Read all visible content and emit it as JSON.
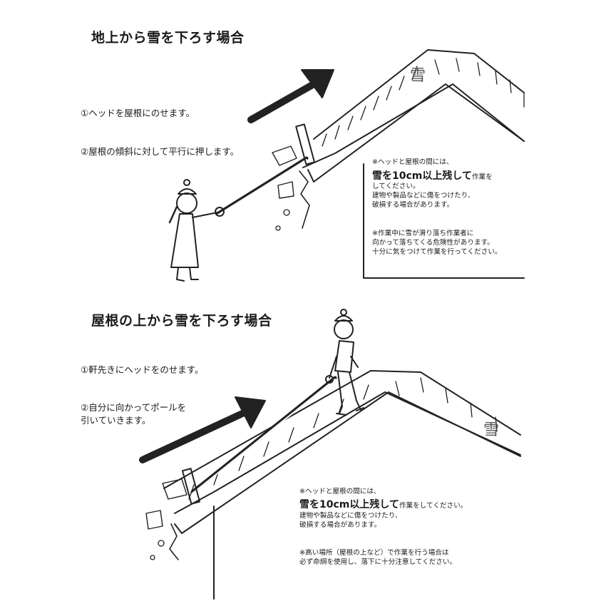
{
  "section1": {
    "heading": "地上から雪を下ろす場合",
    "step1": "①ヘッドを屋根にのせます。",
    "step2": "②屋根の傾斜に対して平行に押します。",
    "snow_label": "雪",
    "note": {
      "intro": "※ヘッドと屋根の間には、",
      "bold": "雪を10cm以上残して",
      "after_bold": "作業を",
      "line3": "してください。",
      "line4": "建物や製品などに傷をつけたり、",
      "line5": "破損する場合があります。",
      "warn1": "※作業中に雪が滑り落ち作業者に",
      "warn2": "向かって落ちてくる危険性があります。",
      "warn3": "十分に気をつけて作業を行ってください。"
    }
  },
  "section2": {
    "heading": "屋根の上から雪を下ろす場合",
    "step1": "①軒先きにヘッドをのせます。",
    "step2_line1": "②自分に向かってポールを",
    "step2_line2": "引いていきます。",
    "snow_label": "雪",
    "note": {
      "intro": "※ヘッドと屋根の間には、",
      "bold": "雪を10cm以上残して",
      "after_bold": "作業をしてください。",
      "line3": "建物や製品などに傷をつけたり、",
      "line4": "破損する場合があります。",
      "warn1": "※高い場所（屋根の上など）で作業を行う場合は",
      "warn2": "必ず命綱を使用し、落下に十分注意してください。"
    }
  }
}
